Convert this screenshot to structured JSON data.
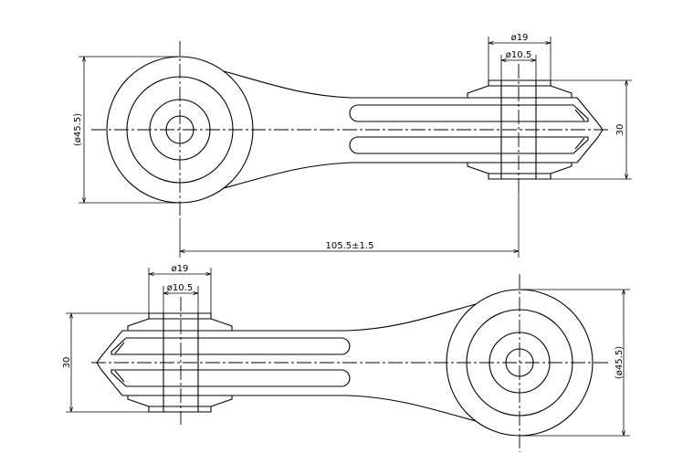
{
  "top_view": {
    "bushing_outer_diameter": "ø19",
    "bushing_inner_diameter": "ø10.5",
    "height": "30",
    "eye_diameter": "(ø45.5)",
    "center_distance": "105.5±1.5"
  },
  "bottom_view": {
    "bushing_outer_diameter": "ø19",
    "bushing_inner_diameter": "ø10.5",
    "height": "30",
    "eye_diameter": "(ø45.5)"
  }
}
